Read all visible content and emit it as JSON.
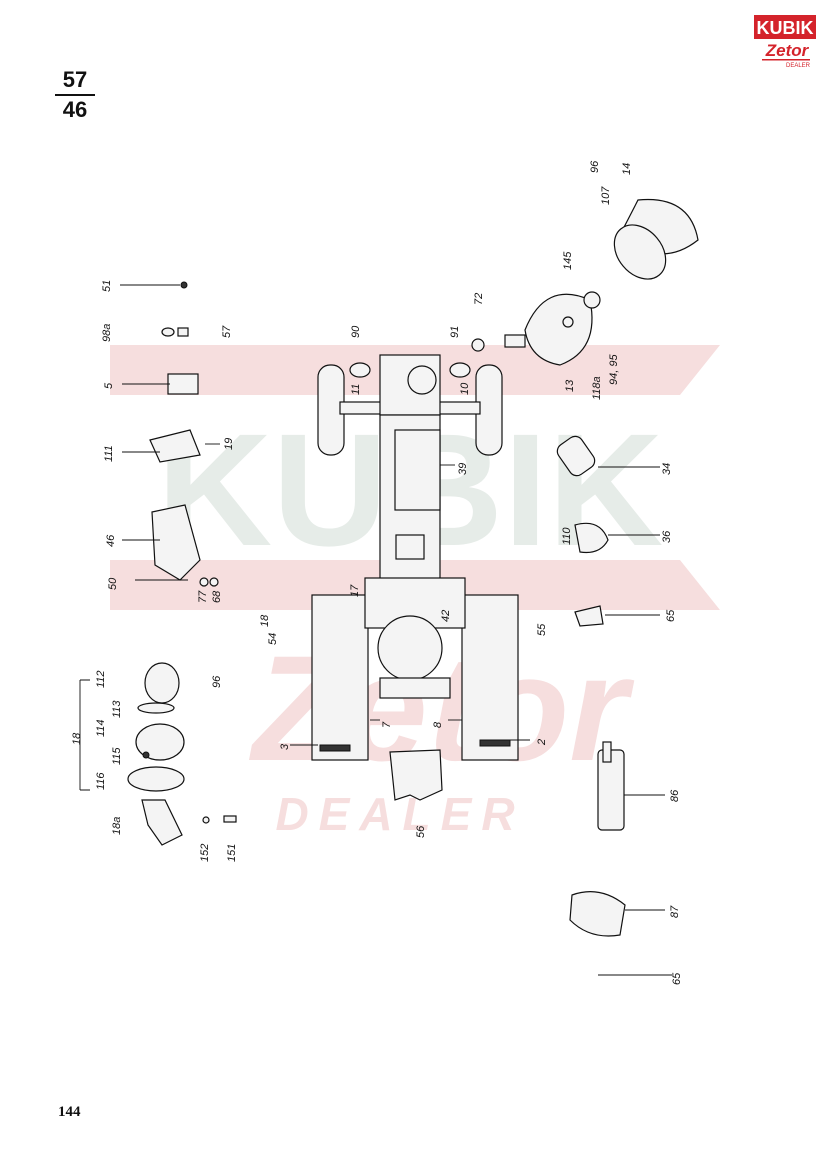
{
  "page": {
    "fraction_top": "57",
    "fraction_bottom": "46",
    "page_number": "144"
  },
  "logo": {
    "brand": "KUBIK",
    "sub": "Zetor",
    "tag": "DEALER",
    "colors": {
      "red": "#d4232b",
      "dark": "#222222"
    }
  },
  "watermark": {
    "brand": "KUBIK",
    "sub": "Zetor",
    "tag": "DEALER",
    "colors": {
      "gray": "#e6ece8",
      "pink": "#f6dede"
    }
  },
  "parts": {
    "p2": "2",
    "p3": "3",
    "p5": "5",
    "p7": "7",
    "p8": "8",
    "p10": "10",
    "p11": "11",
    "p13": "13",
    "p14": "14",
    "p17": "17",
    "p18_upper": "18",
    "p18_group": "18",
    "p18a": "18a",
    "p19": "19",
    "p34": "34",
    "p36": "36",
    "p39": "39",
    "p42": "42",
    "p46": "46",
    "p50": "50",
    "p51": "51",
    "p54": "54",
    "p55": "55",
    "p56": "56",
    "p57": "57",
    "p65_top": "65",
    "p65_bottom": "65",
    "p68": "68",
    "p72": "72",
    "p77": "77",
    "p86": "86",
    "p87": "87",
    "p90": "90",
    "p91": "91",
    "p94_95": "94, 95",
    "p96_left": "96",
    "p96_right": "96",
    "p98a": "98a",
    "p107": "107",
    "p110": "110",
    "p111": "111",
    "p112": "112",
    "p113": "113",
    "p114": "114",
    "p115": "115",
    "p116": "116",
    "p118a": "118a",
    "p145": "145",
    "p151": "151",
    "p152": "152"
  }
}
